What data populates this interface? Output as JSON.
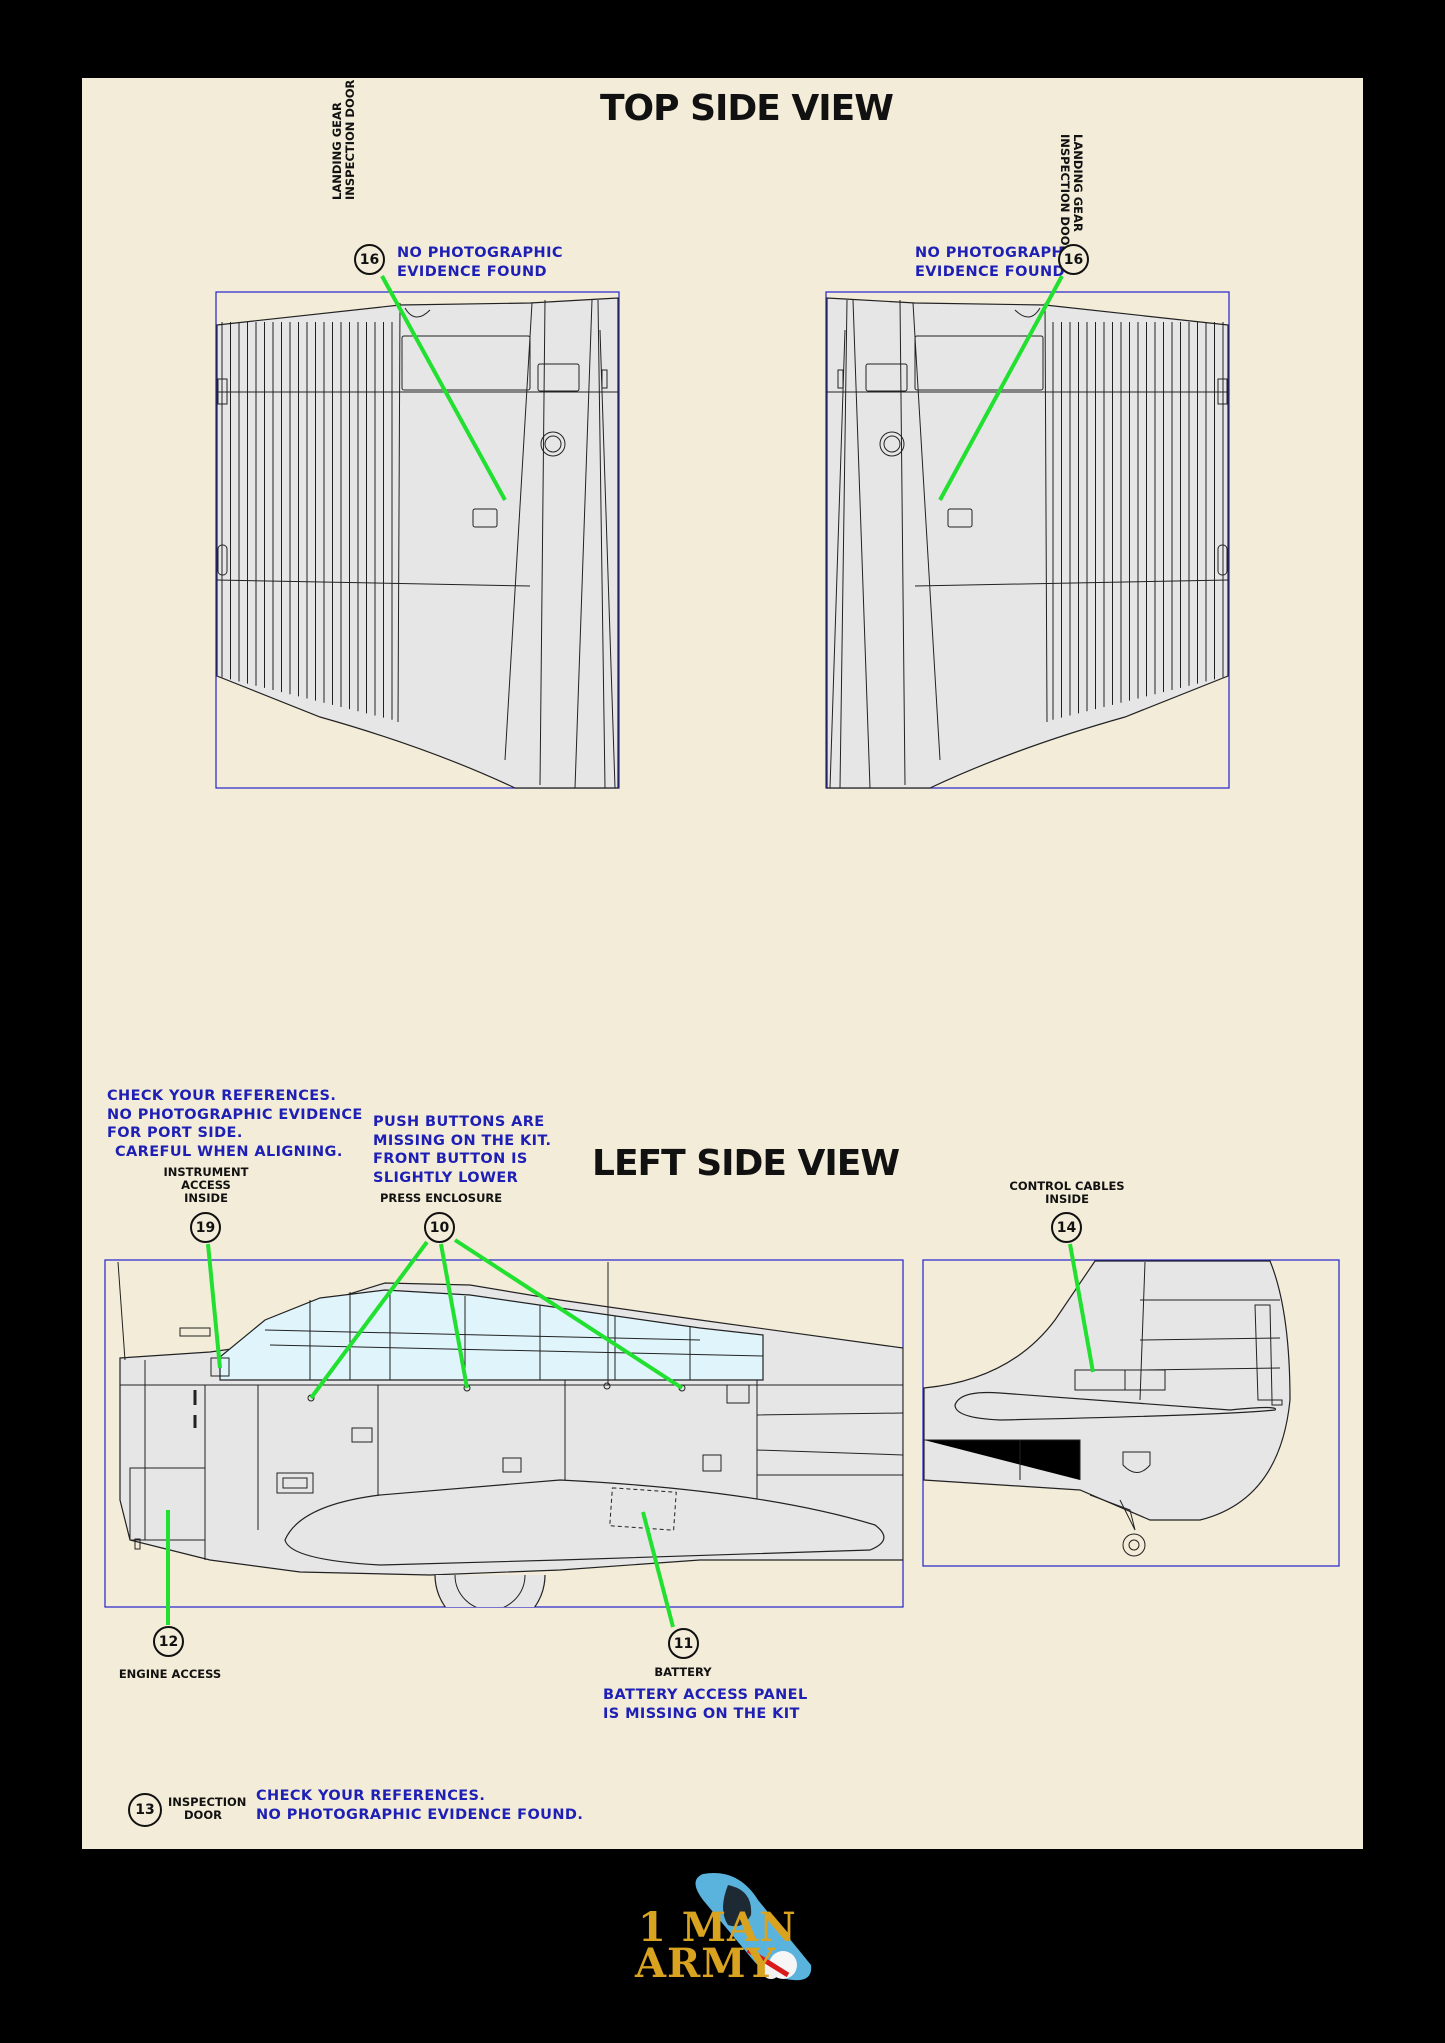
{
  "top_view": {
    "title": "TOP SIDE VIEW",
    "left_callout": {
      "number": "16",
      "label_lines": [
        "LANDING GEAR",
        "INSPECTION DOOR"
      ],
      "note": [
        "NO PHOTOGRAPHIC",
        "EVIDENCE FOUND"
      ]
    },
    "right_callout": {
      "number": "16",
      "label_lines": [
        "LANDING GEAR",
        "INSPECTION DOOR"
      ],
      "note": [
        "NO PHOTOGRAPHIC",
        "EVIDENCE FOUND"
      ]
    }
  },
  "side_view": {
    "title": "LEFT SIDE VIEW",
    "callout_19": {
      "number": "19",
      "label_lines": [
        "INSTRUMENT",
        "ACCESS",
        "INSIDE"
      ],
      "note": [
        "CHECK YOUR REFERENCES.",
        "NO PHOTOGRAPHIC EVIDENCE",
        "FOR PORT SIDE.",
        "CAREFUL WHEN ALIGNING."
      ]
    },
    "callout_10": {
      "number": "10",
      "label": "PRESS ENCLOSURE",
      "note": [
        "PUSH BUTTONS ARE",
        "MISSING ON THE KIT.",
        "FRONT BUTTON IS",
        "SLIGHTLY LOWER"
      ]
    },
    "callout_14": {
      "number": "14",
      "label_lines": [
        "CONTROL CABLES",
        "INSIDE"
      ]
    },
    "callout_12": {
      "number": "12",
      "label": "ENGINE ACCESS"
    },
    "callout_11": {
      "number": "11",
      "label": "BATTERY",
      "note": [
        "BATTERY ACCESS PANEL",
        "IS MISSING ON THE KIT"
      ]
    },
    "legend_13": {
      "number": "13",
      "label_lines": [
        "INSPECTION",
        "DOOR"
      ],
      "note": [
        "CHECK YOUR REFERENCES.",
        "NO PHOTOGRAPHIC EVIDENCE FOUND."
      ]
    }
  },
  "logo": {
    "line1": "1 MAN",
    "line2": "ARMY"
  },
  "colors": {
    "background": "#000000",
    "sheet": "#f3ecd8",
    "note_text": "#1d1fb5",
    "leader": "#22e030",
    "frame": "#2222cc",
    "panel_fill": "#e6e6e6"
  }
}
